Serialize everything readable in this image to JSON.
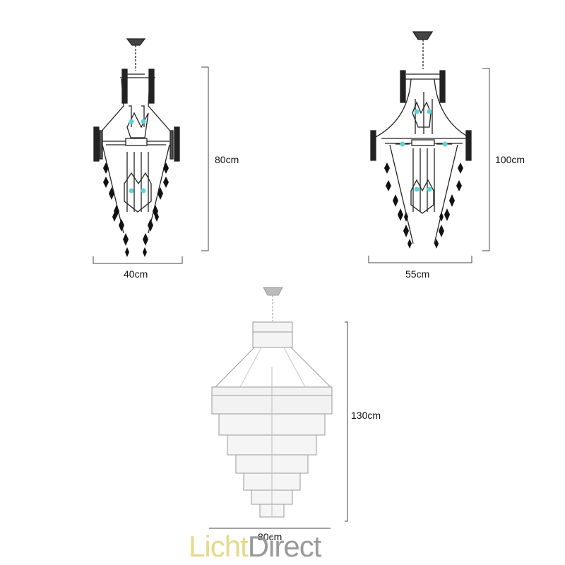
{
  "products": [
    {
      "name": "chandelier-small",
      "width_label": "40cm",
      "height_label": "80cm"
    },
    {
      "name": "chandelier-medium",
      "width_label": "55cm",
      "height_label": "100cm"
    },
    {
      "name": "chandelier-large",
      "width_label": "80cm",
      "height_label": "130cm"
    }
  ],
  "brand": {
    "part1": "Licht",
    "part2": "Direct"
  },
  "colors": {
    "accent": "#5fd3d3",
    "brand_light": "#e6d98a",
    "brand_dark": "#9a9a9a"
  }
}
